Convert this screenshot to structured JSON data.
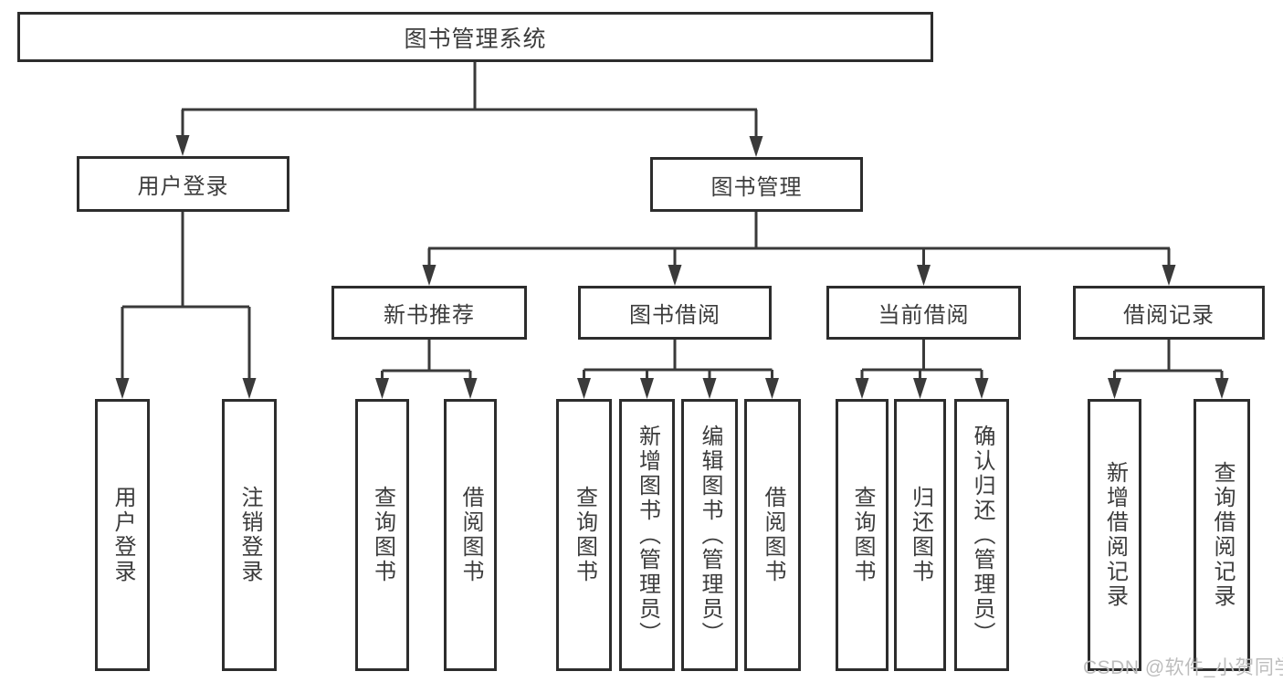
{
  "diagram": {
    "root": {
      "label": "图书管理系统"
    },
    "level2": [
      {
        "label": "用户登录"
      },
      {
        "label": "图书管理"
      }
    ],
    "level3": [
      {
        "label": "新书推荐",
        "parent": "图书管理"
      },
      {
        "label": "图书借阅",
        "parent": "图书管理"
      },
      {
        "label": "当前借阅",
        "parent": "图书管理"
      },
      {
        "label": "借阅记录",
        "parent": "图书管理"
      }
    ],
    "leaves": [
      {
        "label": "用户登录",
        "parent": "用户登录"
      },
      {
        "label": "注销登录",
        "parent": "用户登录"
      },
      {
        "label": "查询图书",
        "parent": "新书推荐"
      },
      {
        "label": "借阅图书",
        "parent": "新书推荐"
      },
      {
        "label": "查询图书",
        "parent": "图书借阅"
      },
      {
        "label": "新增图书（管理员）",
        "parent": "图书借阅"
      },
      {
        "label": "编辑图书（管理员）",
        "parent": "图书借阅"
      },
      {
        "label": "借阅图书",
        "parent": "图书借阅"
      },
      {
        "label": "查询图书",
        "parent": "当前借阅"
      },
      {
        "label": "归还图书",
        "parent": "当前借阅"
      },
      {
        "label": "确认归还（管理员）",
        "parent": "当前借阅"
      },
      {
        "label": "新增借阅记录",
        "parent": "借阅记录"
      },
      {
        "label": "查询借阅记录",
        "parent": "借阅记录"
      }
    ]
  },
  "watermark": {
    "text": "CSDN @软件_小贺同学"
  },
  "colors": {
    "line": "#3a3a3a",
    "box-border": "#2d2d2d",
    "text": "#3c3c3c",
    "watermark": "#bdbdbd",
    "background": "#ffffff"
  }
}
